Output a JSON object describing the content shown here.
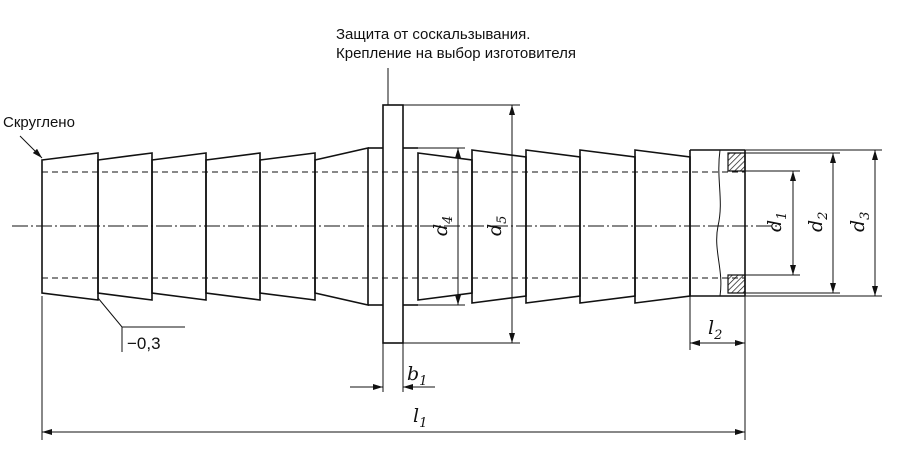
{
  "notes": {
    "anti_slip_line1": "Защита от соскальзывания.",
    "anti_slip_line2": "Крепление на выбор изготовителя",
    "rounded": "Скруглено"
  },
  "tolerance": "−0,3",
  "dimensions": {
    "d1": {
      "main": "d",
      "sub": "1"
    },
    "d2": {
      "main": "d",
      "sub": "2"
    },
    "d3": {
      "main": "d",
      "sub": "3"
    },
    "d4": {
      "main": "d",
      "sub": "4"
    },
    "d5": {
      "main": "d",
      "sub": "5"
    },
    "l1": {
      "main": "l",
      "sub": "1"
    },
    "l2": {
      "main": "l",
      "sub": "2"
    },
    "b1": {
      "main": "b",
      "sub": "1"
    }
  }
}
